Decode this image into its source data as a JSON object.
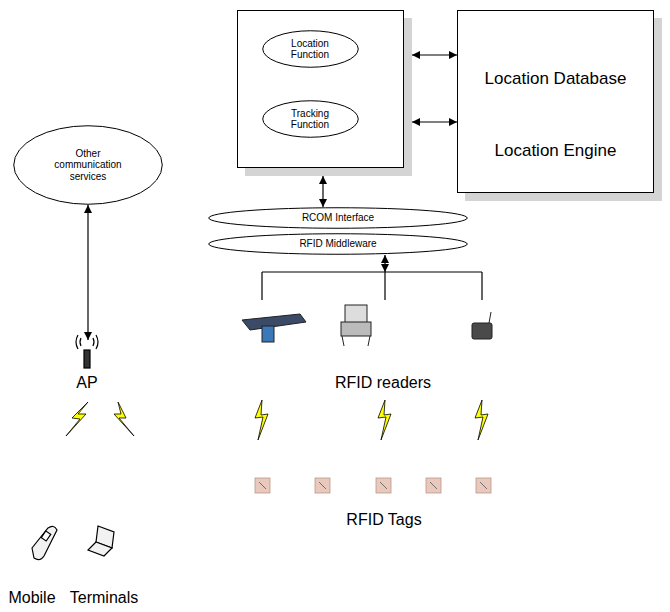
{
  "diagram": {
    "nodes": [
      {
        "text": []
      },
      {
        "text": [
          "Location Function"
        ],
        "in": 0
      },
      {
        "text": [
          "Tracking Function"
        ],
        "in": 0
      },
      {
        "text": [
          "Location Database",
          "Location Engine"
        ]
      },
      {
        "text": [
          "Other communication services"
        ]
      },
      {
        "text": [
          "RCOM Interface"
        ]
      },
      {
        "text": [
          "RFID Middleware"
        ]
      },
      {
        "text": [
          "AP"
        ]
      },
      {
        "text": [
          "RFID readers"
        ]
      }
    ],
    "edges": [
      {
        "from": 0,
        "to": 3,
        "arrow": "both"
      },
      {
        "from": 0,
        "to": 3,
        "arrow": "both"
      },
      {
        "from": 0,
        "to": 5,
        "arrow": "both"
      },
      {
        "from": 6,
        "to": 8,
        "arrow": "both"
      },
      {
        "from": 4,
        "to": 7,
        "arrow": "both"
      }
    ],
    "labels": [
      "Mobile",
      "Terminals",
      "RFID Tags"
    ]
  }
}
